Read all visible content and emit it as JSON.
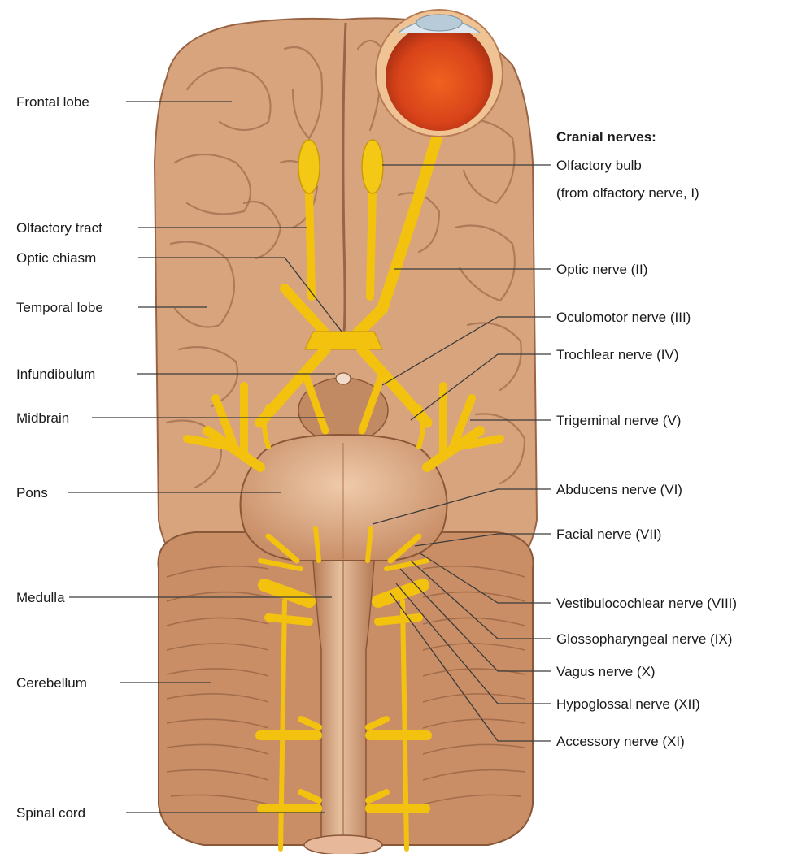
{
  "colors": {
    "tissue": "#d9a57e",
    "tissue_light": "#e8bf9c",
    "tissue_dark": "#a86e4b",
    "nerve": "#f2c20f",
    "eye_iris": "#e0471a",
    "background": "#ffffff"
  },
  "heading": "Cranial nerves:",
  "left_labels": [
    {
      "id": "frontal-lobe",
      "text": "Frontal lobe"
    },
    {
      "id": "olfactory-tract",
      "text": "Olfactory tract"
    },
    {
      "id": "optic-chiasm",
      "text": "Optic chiasm"
    },
    {
      "id": "temporal-lobe",
      "text": "Temporal lobe"
    },
    {
      "id": "infundibulum",
      "text": "Infundibulum"
    },
    {
      "id": "midbrain",
      "text": "Midbrain"
    },
    {
      "id": "pons",
      "text": "Pons"
    },
    {
      "id": "medulla",
      "text": "Medulla"
    },
    {
      "id": "cerebellum",
      "text": "Cerebellum"
    },
    {
      "id": "spinal-cord",
      "text": "Spinal cord"
    }
  ],
  "right_labels": [
    {
      "id": "olfactory-bulb",
      "text": "Olfactory bulb",
      "text2": "(from olfactory nerve, I)"
    },
    {
      "id": "optic-nerve",
      "text": "Optic nerve (II)"
    },
    {
      "id": "oculomotor-nerve",
      "text": "Oculomotor nerve (III)"
    },
    {
      "id": "trochlear-nerve",
      "text": "Trochlear nerve (IV)"
    },
    {
      "id": "trigeminal-nerve",
      "text": "Trigeminal nerve (V)"
    },
    {
      "id": "abducens-nerve",
      "text": "Abducens nerve (VI)"
    },
    {
      "id": "facial-nerve",
      "text": "Facial nerve (VII)"
    },
    {
      "id": "vestibulocochlear-nerve",
      "text": "Vestibulocochlear nerve (VIII)"
    },
    {
      "id": "glossopharyngeal-nerve",
      "text": "Glossopharyngeal nerve (IX)"
    },
    {
      "id": "vagus-nerve",
      "text": "Vagus nerve (X)"
    },
    {
      "id": "hypoglossal-nerve",
      "text": "Hypoglossal nerve (XII)"
    },
    {
      "id": "accessory-nerve",
      "text": "Accessory nerve (XI)"
    }
  ]
}
